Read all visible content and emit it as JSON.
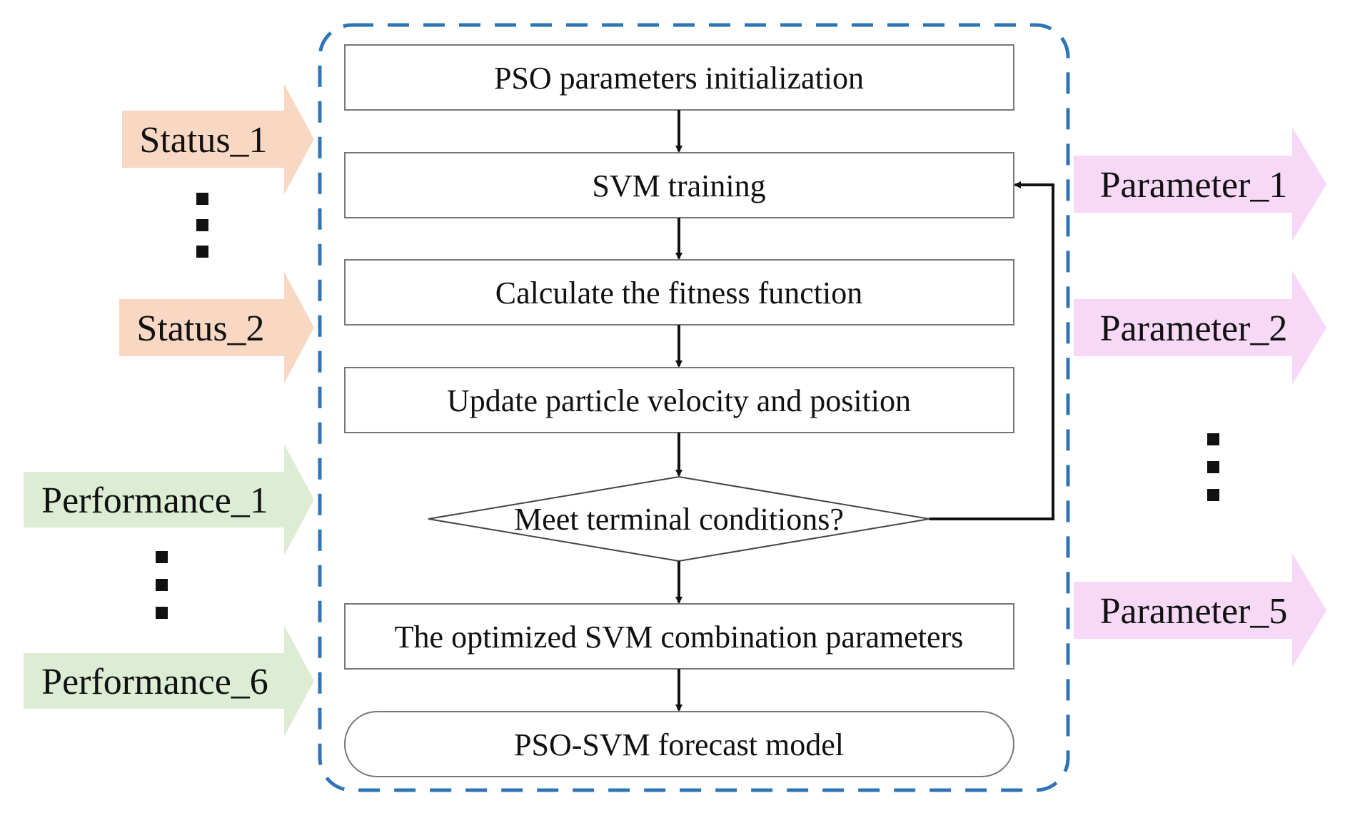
{
  "colors": {
    "container_border": "#2e75b6",
    "step_border": "#777777",
    "arrow": "#111111",
    "status_fill": "#f8d8c3",
    "performance_fill": "#dcedd4",
    "parameter_fill": "#f7d9f7"
  },
  "flow": {
    "init": "PSO parameters initialization",
    "training": "SVM training",
    "fitness": "Calculate the fitness function",
    "update": "Update particle velocity and position",
    "decision": "Meet terminal conditions?",
    "optimized": "The optimized SVM combination parameters",
    "model": "PSO-SVM forecast model"
  },
  "inputs": {
    "status_1": "Status_1",
    "status_2": "Status_2",
    "performance_1": "Performance_1",
    "performance_6": "Performance_6"
  },
  "outputs": {
    "parameter_1": "Parameter_1",
    "parameter_2": "Parameter_2",
    "parameter_5": "Parameter_5"
  }
}
